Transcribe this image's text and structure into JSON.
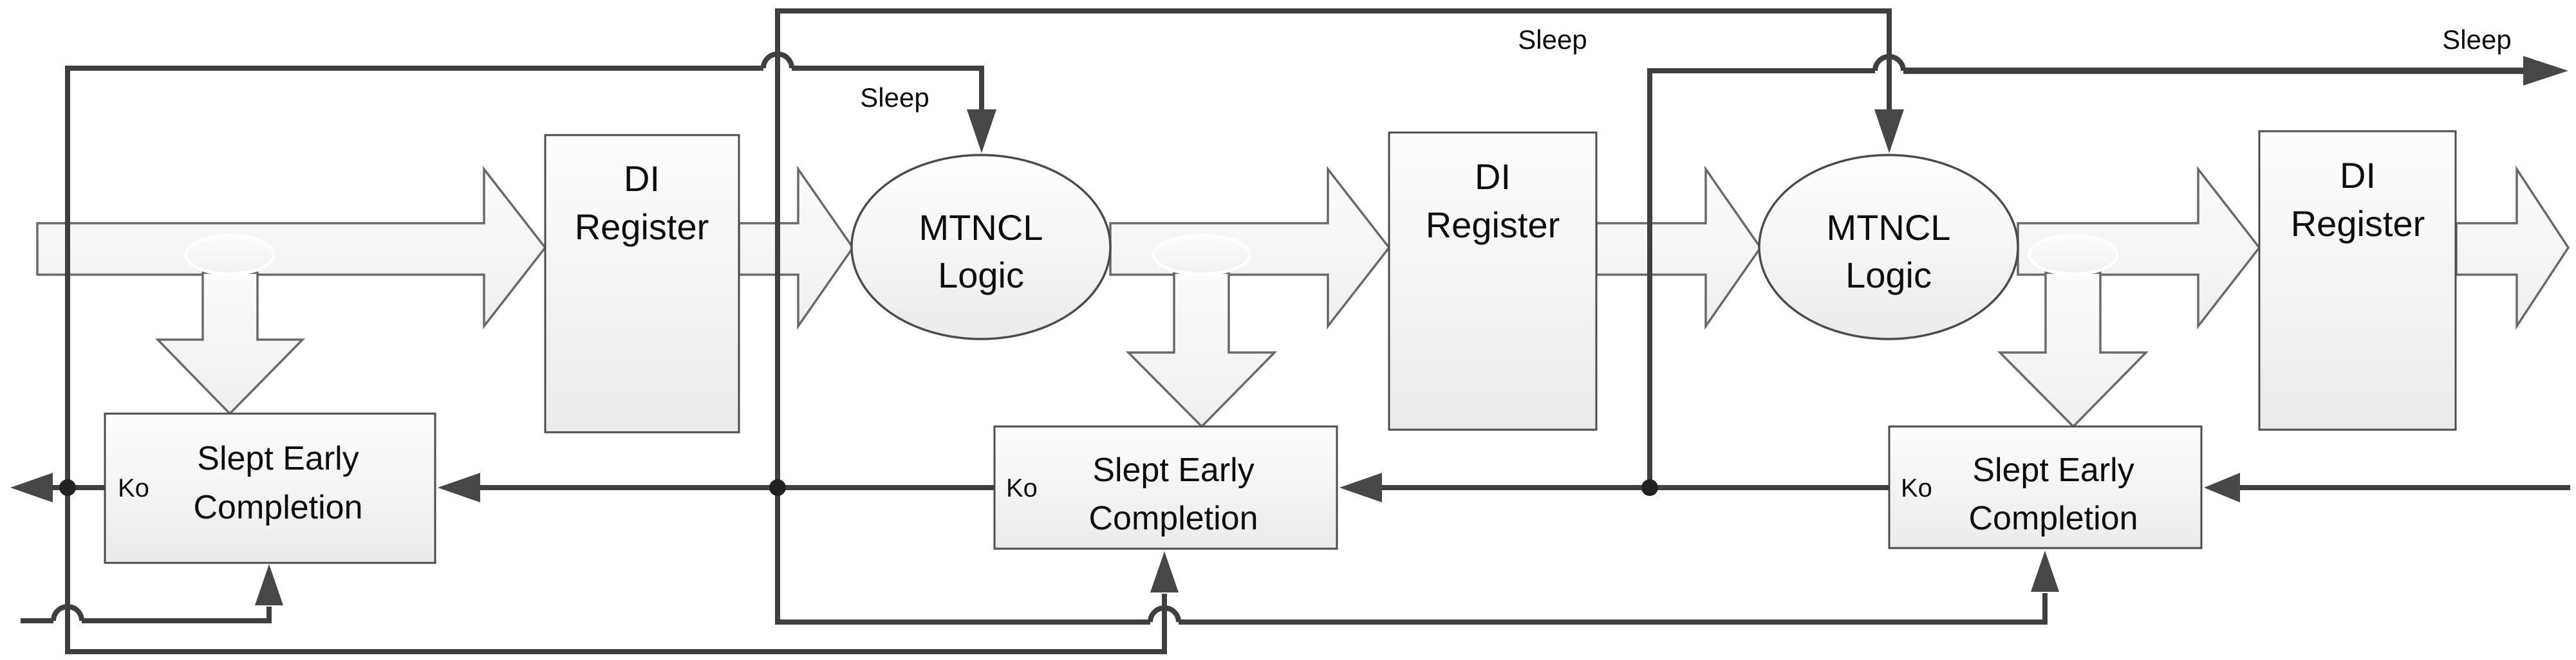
{
  "diagram": {
    "type": "mtncl-pipeline-block-diagram",
    "colors": {
      "background": "#ffffff",
      "wire": "#3f3f3f",
      "arrowhead": "#474747",
      "box_border": "#4c4c4c",
      "hollow_arrow_border": "#6a6a6a",
      "shape_fill_top": "#fdfdfd",
      "shape_fill_bottom": "#ebebeb",
      "text": "#0d0d0d"
    },
    "registers": [
      {
        "line1": "DI",
        "line2": "Register"
      },
      {
        "line1": "DI",
        "line2": "Register"
      },
      {
        "line1": "DI",
        "line2": "Register"
      }
    ],
    "logic": [
      {
        "line1": "MTNCL",
        "line2": "Logic"
      },
      {
        "line1": "MTNCL",
        "line2": "Logic"
      }
    ],
    "completion": [
      {
        "ko": "Ko",
        "line1": "Slept Early",
        "line2": "Completion"
      },
      {
        "ko": "Ko",
        "line1": "Slept Early",
        "line2": "Completion"
      },
      {
        "ko": "Ko",
        "line1": "Slept Early",
        "line2": "Completion"
      }
    ],
    "sleep_labels": [
      {
        "text": "Sleep"
      },
      {
        "text": "Sleep"
      },
      {
        "text": "Sleep"
      }
    ]
  }
}
